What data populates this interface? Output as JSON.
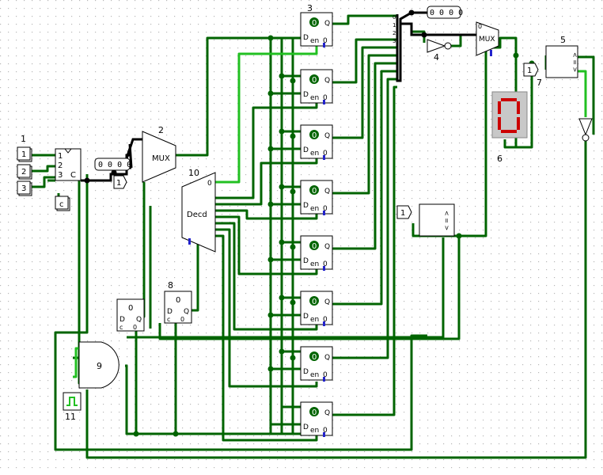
{
  "component_labels": {
    "input_group": "1",
    "mux_main": "2",
    "register_column": "3",
    "inverter": "4",
    "comparator_top": "5",
    "display_7seg": "6",
    "const_pin": "7",
    "flipflop_8": "8",
    "and_gate": "9",
    "decoder": "10",
    "clock": "11"
  },
  "inputs": [
    "1",
    "2",
    "3"
  ],
  "counter": {
    "pins": [
      "1",
      "2",
      "3"
    ],
    "clock_pin": "C",
    "clock_input": "c"
  },
  "probe_left": "0 0 0 0",
  "probe_top": "0 0 0 0",
  "const_left": "1",
  "const_right": "1",
  "const_mid": "1",
  "mux_label": "MUX",
  "mux_small_label": "MUX",
  "mux_small_select": "0",
  "decoder": {
    "label": "Decd",
    "zero": "0"
  },
  "comparator_glyphs": "< = >",
  "register": {
    "value": "0",
    "d": "D",
    "q": "Q",
    "en": "en",
    "zero": "0"
  },
  "flipflop": {
    "q": "0",
    "d": "D",
    "qout": "Q",
    "c": "c",
    "zero": "0"
  },
  "bus_bits": [
    "0",
    "1",
    "2",
    "3"
  ],
  "colors": {
    "wire_dark": "#006400",
    "wire_bright": "#22c022",
    "bus": "#000000",
    "grid_dot": "#b8b8b8",
    "display_red": "#cc0000"
  }
}
